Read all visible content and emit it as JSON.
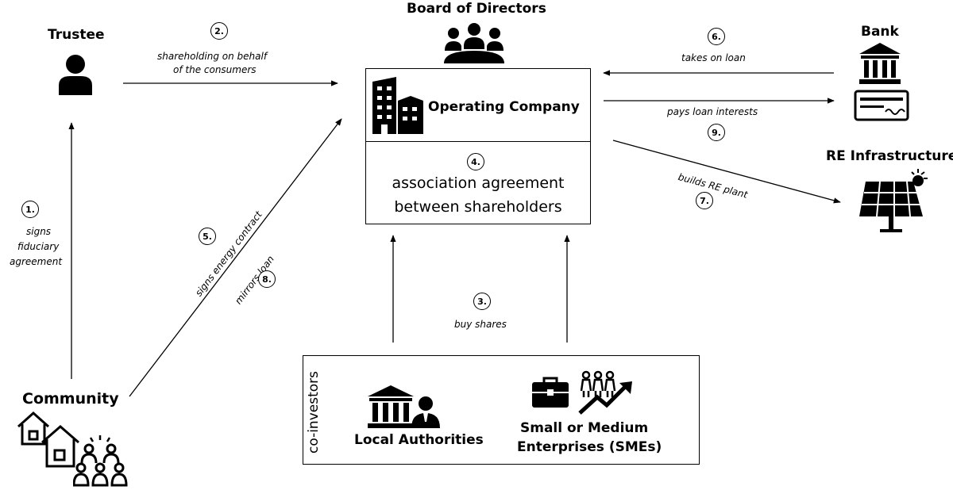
{
  "nodes": {
    "trustee": "Trustee",
    "board": "Board of Directors",
    "bank": "Bank",
    "operating_company": "Operating Company",
    "re_infrastructure": "RE Infrastructure",
    "community": "Community",
    "co_investors": "co-investors",
    "local_authorities": "Local Authorities",
    "smes_line1": "Small or Medium",
    "smes_line2": "Enterprises (SMEs)",
    "association_line1": "association agreement",
    "association_line2": "between shareholders"
  },
  "steps": [
    {
      "number": "1.",
      "label_lines": [
        "signs",
        "fiduciary",
        "agreement"
      ]
    },
    {
      "number": "2.",
      "label_lines": [
        "shareholding on behalf",
        "of the consumers"
      ]
    },
    {
      "number": "3.",
      "label_lines": [
        "buy shares"
      ]
    },
    {
      "number": "4.",
      "label_lines": []
    },
    {
      "number": "5.",
      "label_lines": [
        "signs energy contract"
      ]
    },
    {
      "number": "6.",
      "label_lines": [
        "takes on loan"
      ]
    },
    {
      "number": "7.",
      "label_lines": [
        "builds RE plant"
      ]
    },
    {
      "number": "8.",
      "label_lines": [
        "mirrors loan"
      ]
    },
    {
      "number": "9.",
      "label_lines": [
        "pays loan interests"
      ]
    }
  ],
  "icons": [
    "person-icon",
    "board-meeting-icon",
    "bank-icon",
    "cheque-icon",
    "office-building-icon",
    "solar-panel-icon",
    "houses-icon",
    "crowd-icon",
    "government-building-icon",
    "official-person-icon",
    "briefcase-icon",
    "growth-team-icon"
  ]
}
